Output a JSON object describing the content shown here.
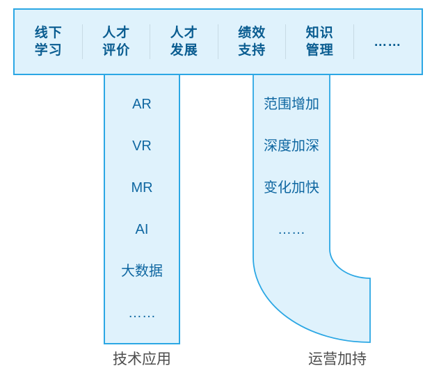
{
  "topbar": {
    "items": [
      {
        "label": "线下\n学习"
      },
      {
        "label": "人才\n评价"
      },
      {
        "label": "人才\n发展"
      },
      {
        "label": "绩效\n支持"
      },
      {
        "label": "知识\n管理"
      },
      {
        "label": "……"
      }
    ]
  },
  "tech_column": {
    "items": [
      "AR",
      "VR",
      "MR",
      "AI",
      "大数据",
      "……"
    ],
    "caption": "技术应用"
  },
  "ops_column": {
    "items": [
      "范围增加",
      "深度加深",
      "变化加快",
      "……"
    ],
    "caption": "运营加持"
  },
  "colors": {
    "accent_border": "#2BA7E4",
    "panel_fill": "#DFF2FC",
    "bar_text": "#095C90",
    "column_text": "#0F67A1",
    "caption_text": "#4D4D4D",
    "divider": "#C7DAE4"
  }
}
